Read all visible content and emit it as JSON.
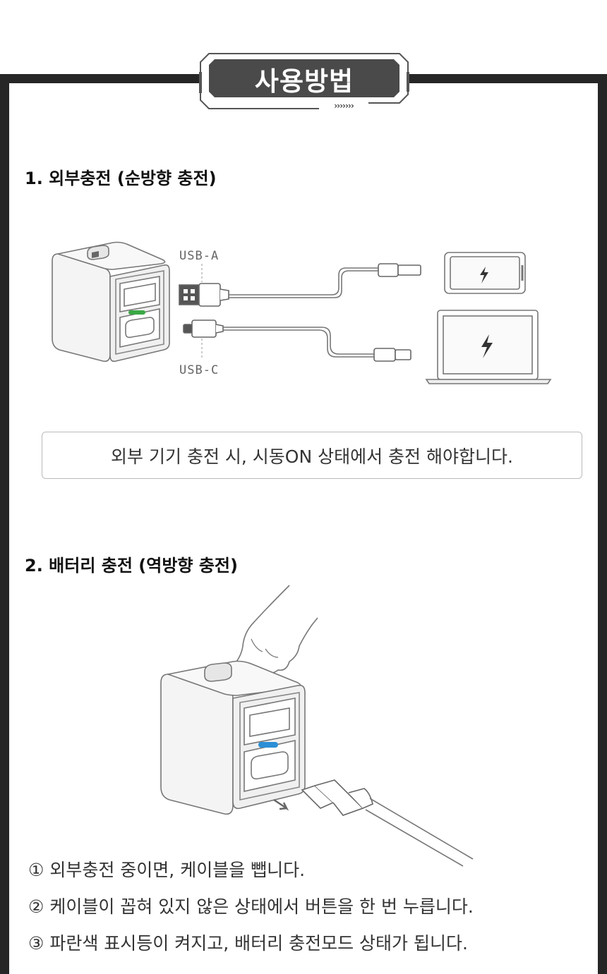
{
  "header": {
    "title": "사용방법",
    "arrows": "›››››››"
  },
  "section1": {
    "title": "1. 외부충전 (순방향 충전)",
    "port_a_label": "USB-A",
    "port_c_label": "USB-C",
    "notice": "외부 기기 충전 시, 시동ON 상태에서 충전 해야합니다."
  },
  "section2": {
    "title": "2. 배터리 충전 (역방향 충전)",
    "steps": [
      "① 외부충전 중이면, 케이블을 뺍니다.",
      "② 케이블이 꼽혀 있지 않은 상태에서 버튼을 한 번 누릅니다.",
      "③ 파란색 표시등이 켜지고, 배터리 충전모드 상태가 됩니다."
    ]
  },
  "colors": {
    "frame": "#262626",
    "led_green": "#3aa845",
    "led_blue": "#2b8fd6",
    "badge": "#4a4a4a"
  },
  "icons": [
    "lightning-icon",
    "usb-a-plug-icon",
    "usb-c-plug-icon",
    "lightning-plug-icon",
    "smartphone-icon",
    "laptop-icon",
    "hand-icon",
    "arrow-icon"
  ]
}
